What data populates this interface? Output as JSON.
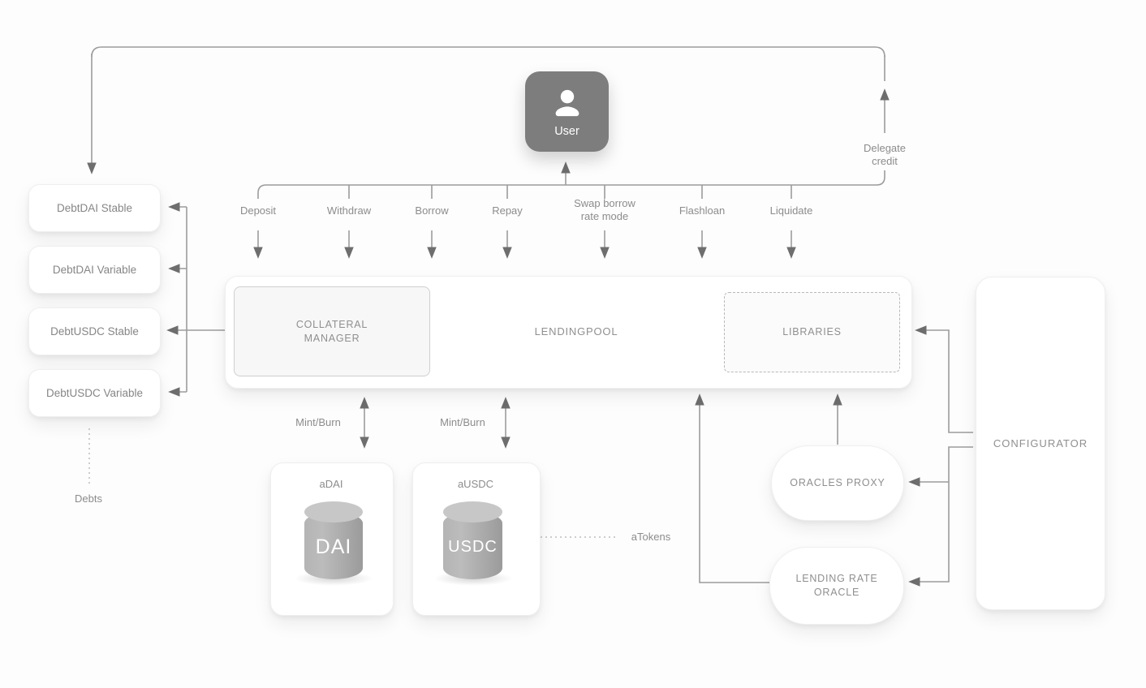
{
  "diagram": {
    "user": {
      "label": "User"
    },
    "actions": [
      "Deposit",
      "Withdraw",
      "Borrow",
      "Repay",
      "Swap borrow rate mode",
      "Flashloan",
      "Liquidate"
    ],
    "delegate_credit": "Delegate credit",
    "debts": [
      "DebtDAI Stable",
      "DebtDAI Variable",
      "DebtUSDC Stable",
      "DebtUSDC Variable"
    ],
    "debts_label": "Debts",
    "pool": {
      "title": "LENDINGPOOL",
      "collateral_manager": "COLLATERAL MANAGER",
      "libraries": "LIBRARIES"
    },
    "mint_burn": "Mint/Burn",
    "atokens": {
      "a_dai": "aDAI",
      "dai": "DAI",
      "a_usdc": "aUSDC",
      "usdc": "USDC",
      "label": "aTokens"
    },
    "oracles": {
      "proxy": "ORACLES PROXY",
      "lending_rate": "LENDING RATE ORACLE"
    },
    "configurator": "CONFIGURATOR"
  },
  "colors": {
    "line": "#9c9c9c",
    "arrowhead": "#6e6e6e",
    "user_box": "#7d7d7d",
    "cylinder": "#adadad",
    "text": "#8c8c8c"
  }
}
